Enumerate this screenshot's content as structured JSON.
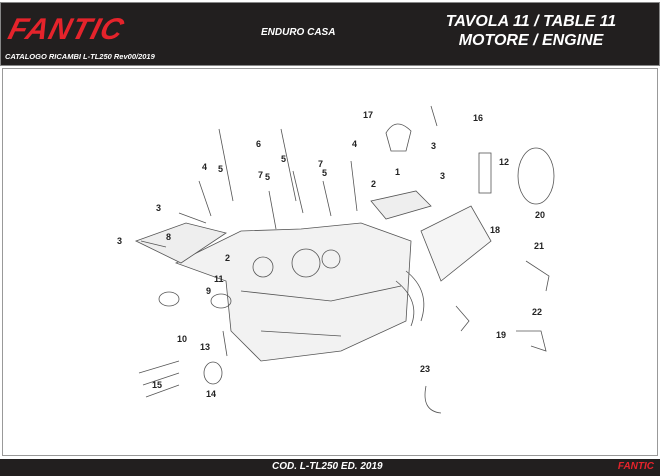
{
  "header": {
    "brand": "FANTIC",
    "catalog": "CATALOGO RICAMBI L-TL250 Rev00/2019",
    "model": "ENDURO CASA",
    "title_line1": "TAVOLA 11  /  TABLE 11",
    "title_line2": "MOTORE  /  ENGINE"
  },
  "callouts": [
    "17",
    "16",
    "6",
    "4",
    "5",
    "7",
    "5",
    "5",
    "7",
    "5",
    "4",
    "1",
    "3",
    "3",
    "2",
    "12",
    "20",
    "3",
    "8",
    "3",
    "2",
    "11",
    "18",
    "21",
    "9",
    "10",
    "13",
    "22",
    "19",
    "15",
    "14",
    "23"
  ],
  "footer": {
    "code": "COD. L-TL250  ED. 2019",
    "brand": "FANTIC"
  },
  "colors": {
    "brand": "#e5232b",
    "bar": "#221f1f"
  }
}
